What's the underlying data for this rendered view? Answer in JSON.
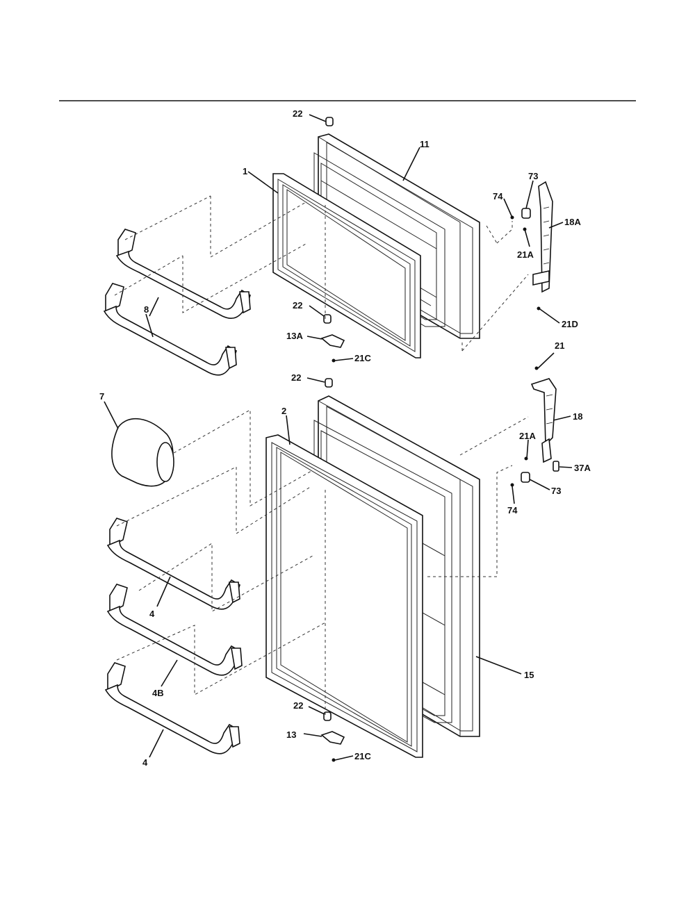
{
  "diagram": {
    "colors": {
      "line": "#111111",
      "background": "#ffffff"
    },
    "callouts": {
      "c22a": "22",
      "c11": "11",
      "c1": "1",
      "c73a": "73",
      "c74a": "74",
      "c18a": "18A",
      "c21aa": "21A",
      "c8": "8",
      "c22b": "22",
      "c13a": "13A",
      "c21ca": "21C",
      "c21d": "21D",
      "c21": "21",
      "c22c": "22",
      "c7": "7",
      "c2": "2",
      "c18": "18",
      "c21ab": "21A",
      "c37a": "37A",
      "c73b": "73",
      "c74b": "74",
      "c4a": "4",
      "c4b": "4B",
      "c15": "15",
      "c22d": "22",
      "c13": "13",
      "c21cb": "21C",
      "c4c": "4"
    }
  }
}
